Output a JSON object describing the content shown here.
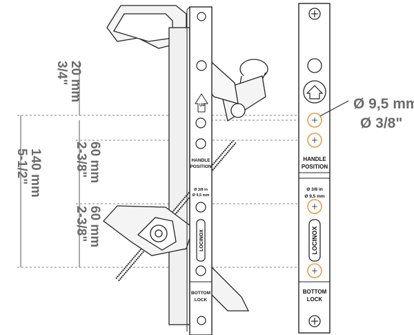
{
  "dimensions": {
    "top_mm": "20 mm",
    "top_in": "3/4\"",
    "total_mm": "140 mm",
    "total_in": "5-1/2\"",
    "mid1_mm": "60 mm",
    "mid1_in": "2-3/8\"",
    "mid2_mm": "60 mm",
    "mid2_in": "2-3/8\""
  },
  "callout": {
    "diameter_mm": "Ø 9,5 mm",
    "diameter_in": "Ø 3/8\""
  },
  "plate": {
    "handle_position_line1": "HANDLE",
    "handle_position_line2": "POSITION",
    "hole_spec_in": "Ø 3/8 in",
    "hole_spec_mm": "Ø 9,5 mm",
    "brand": "LOCINOX",
    "bottom_lock_line1": "BOTTOM",
    "bottom_lock_line2": "LOCK",
    "up_arrow": "UP"
  },
  "colors": {
    "hole_highlight": "#e89a3c",
    "dimension_text": "#6b6b6b",
    "outline": "#222222"
  }
}
